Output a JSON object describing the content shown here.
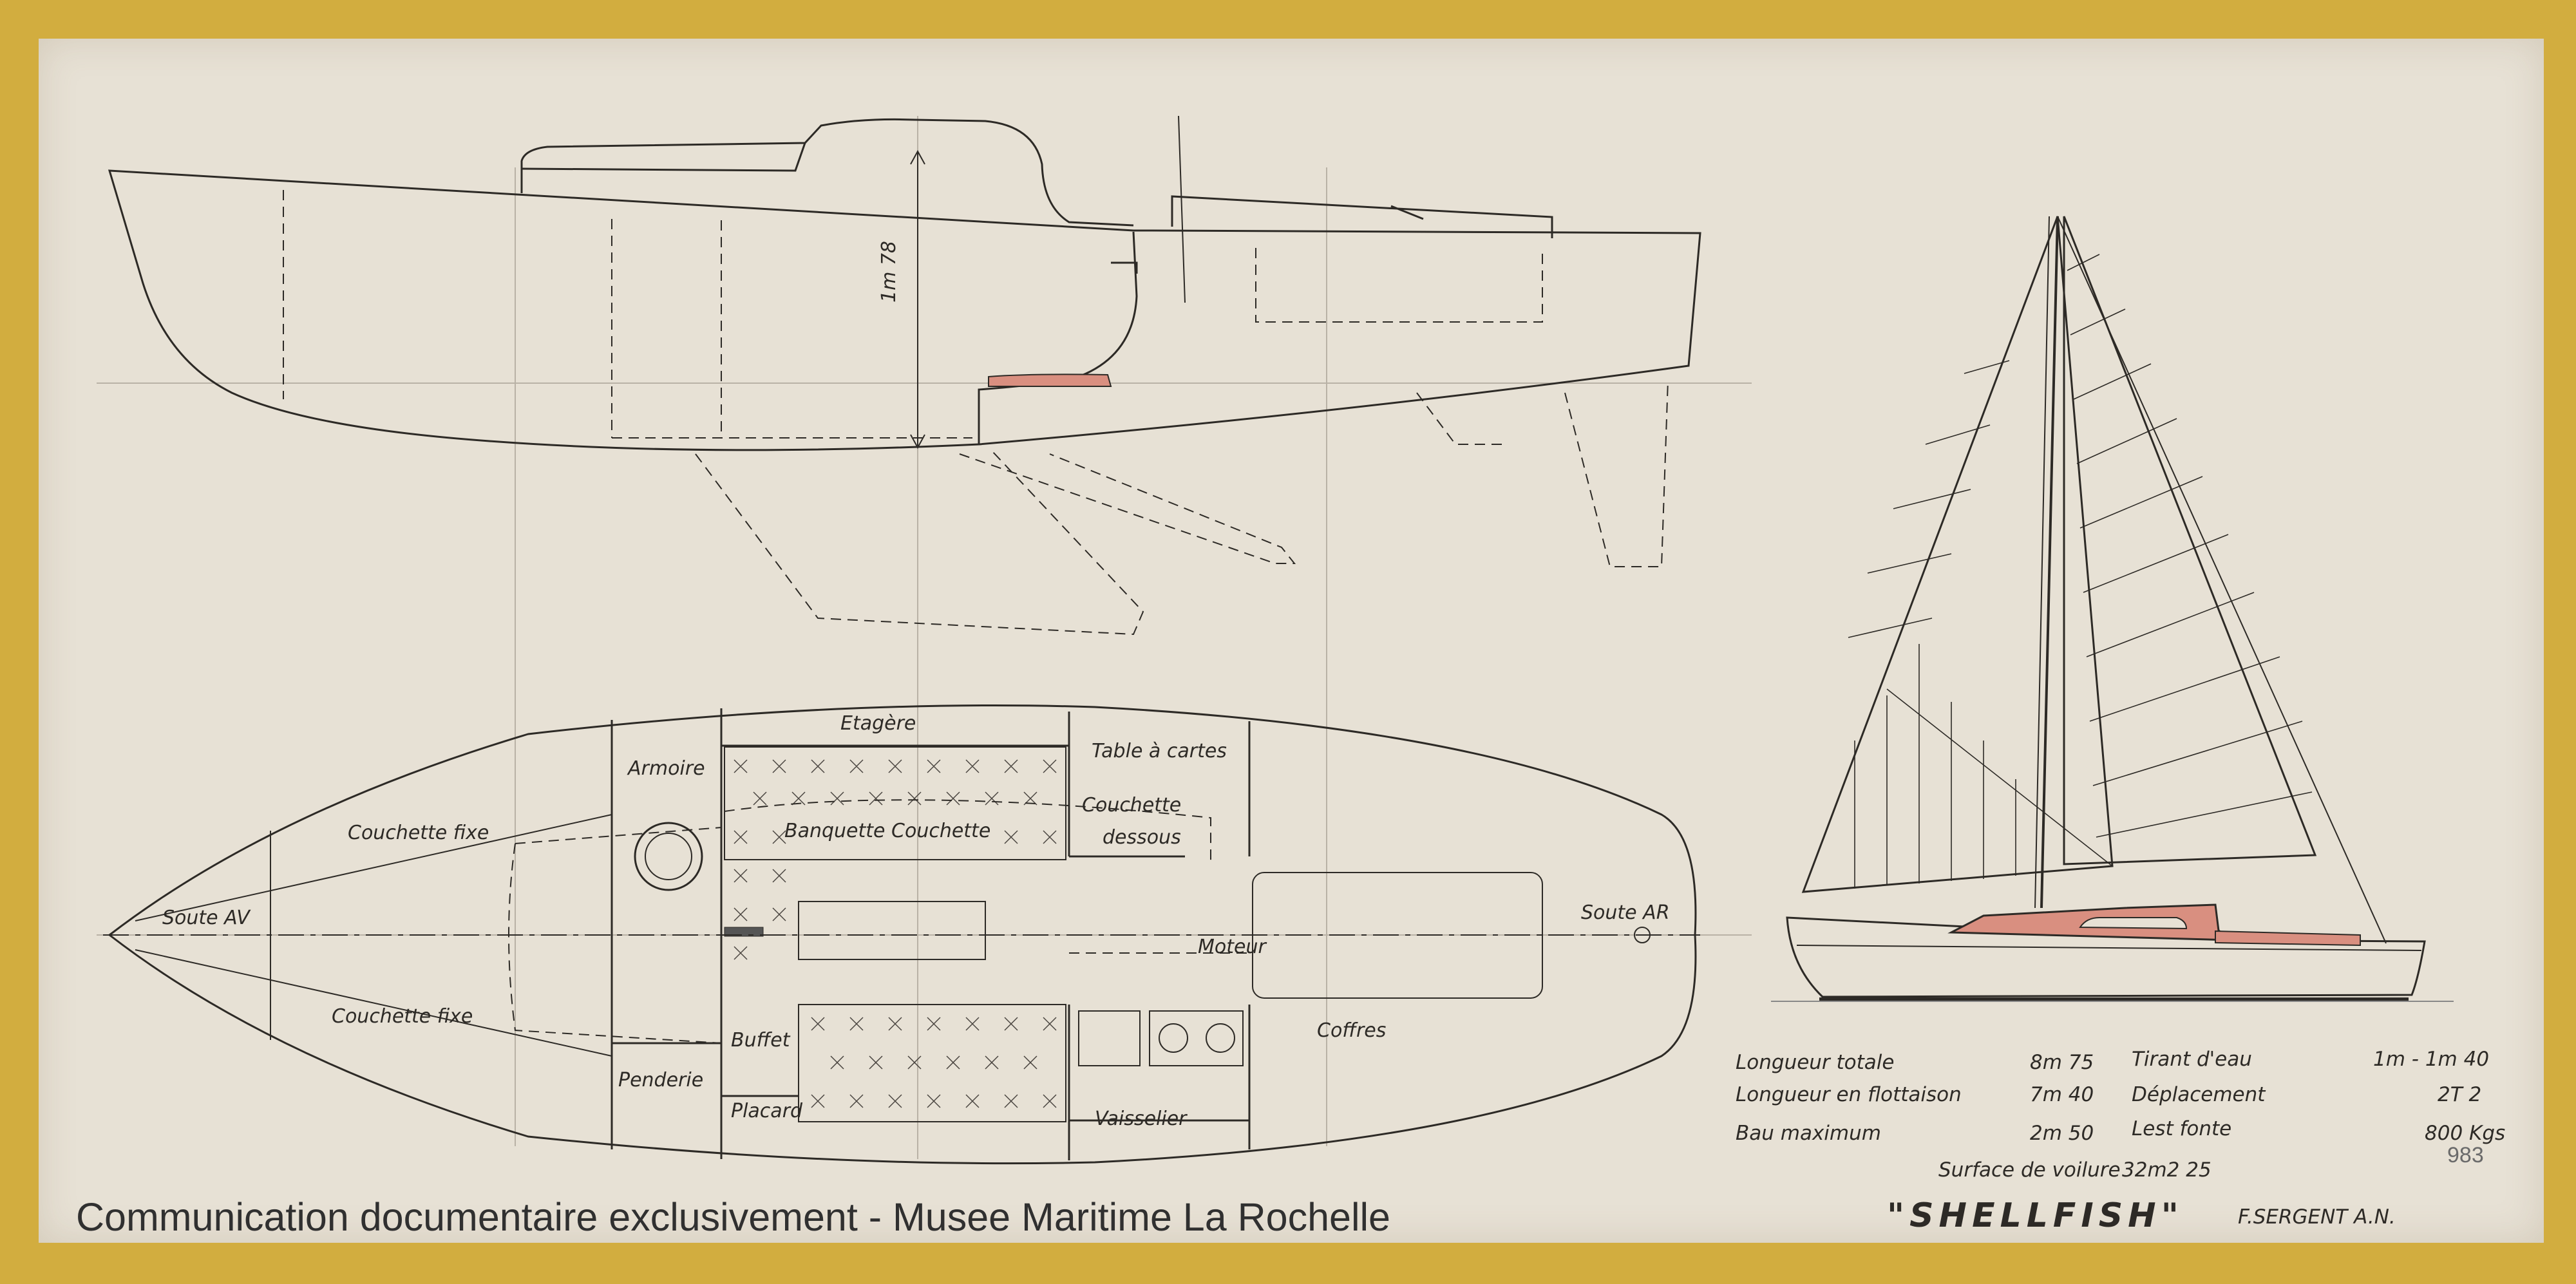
{
  "labels": {
    "etagere": "Etagère",
    "armoire": "Armoire",
    "table_cartes": "Table à cartes",
    "couchette_fixe_top": "Couchette fixe",
    "banquette": "Banquette Couchette",
    "couchette_dessous_1": "Couchette",
    "couchette_dessous_2": "dessous",
    "soute_av": "Soute AV",
    "soute_ar": "Soute AR",
    "moteur": "Moteur",
    "couchette_fixe_bottom": "Couchette fixe",
    "buffet": "Buffet",
    "coffres": "Coffres",
    "penderie": "Penderie",
    "placard": "Placard",
    "vaisselier": "Vaisselier",
    "headroom": "1m 78"
  },
  "specs": [
    {
      "name": "Longueur totale",
      "value": "8m 75"
    },
    {
      "name": "Longueur en flottaison",
      "value": "7m 40"
    },
    {
      "name": "Bau maximum",
      "value": "2m 50"
    },
    {
      "name": "Tirant d'eau",
      "value": "1m - 1m 40"
    },
    {
      "name": "Déplacement",
      "value": "2T 2"
    },
    {
      "name": "Lest fonte",
      "value": "800 Kgs"
    },
    {
      "name": "Surface de voilure",
      "value": "32m2 25"
    }
  ],
  "title": "\"SHELLFISH\"",
  "designer": "F.SERGENT A.N.",
  "number": "983",
  "watermark": "Communication documentaire exclusivement - Musee Maritime La Rochelle",
  "colors": {
    "frame": "#d2ad3f",
    "paper": "#e7e1d5",
    "ink": "#2d2a26",
    "red_accent": "#d98f80"
  }
}
